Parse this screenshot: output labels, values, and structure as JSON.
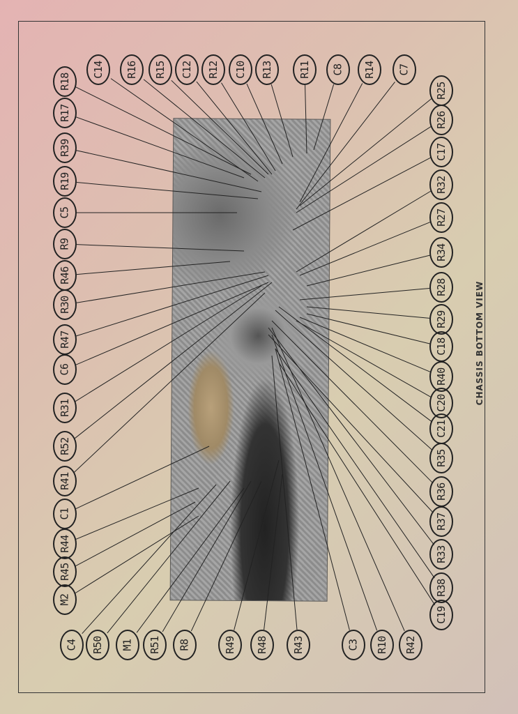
{
  "caption": "CHASSIS BOTTOM VIEW",
  "callouts": {
    "top": [
      "C14",
      "R16",
      "R15",
      "C12",
      "R12",
      "C10",
      "R13",
      "R11",
      "C8",
      "R14",
      "C7"
    ],
    "right": [
      "R25",
      "R26",
      "C17",
      "R32",
      "R27",
      "R34",
      "R28",
      "R29",
      "C18",
      "R40",
      "C20",
      "C21",
      "R35",
      "R36",
      "R37",
      "R33",
      "R38",
      "C19"
    ],
    "left": [
      "R18",
      "R17",
      "R39",
      "R19",
      "C5",
      "R9",
      "R46",
      "R30",
      "R47",
      "C6",
      "R31",
      "R52",
      "R41",
      "C1",
      "R44",
      "R45",
      "M2"
    ],
    "bottom": [
      "C4",
      "R50",
      "M1",
      "R51",
      "R8",
      "R49",
      "R48",
      "R43",
      "C3",
      "R10",
      "R42"
    ]
  }
}
